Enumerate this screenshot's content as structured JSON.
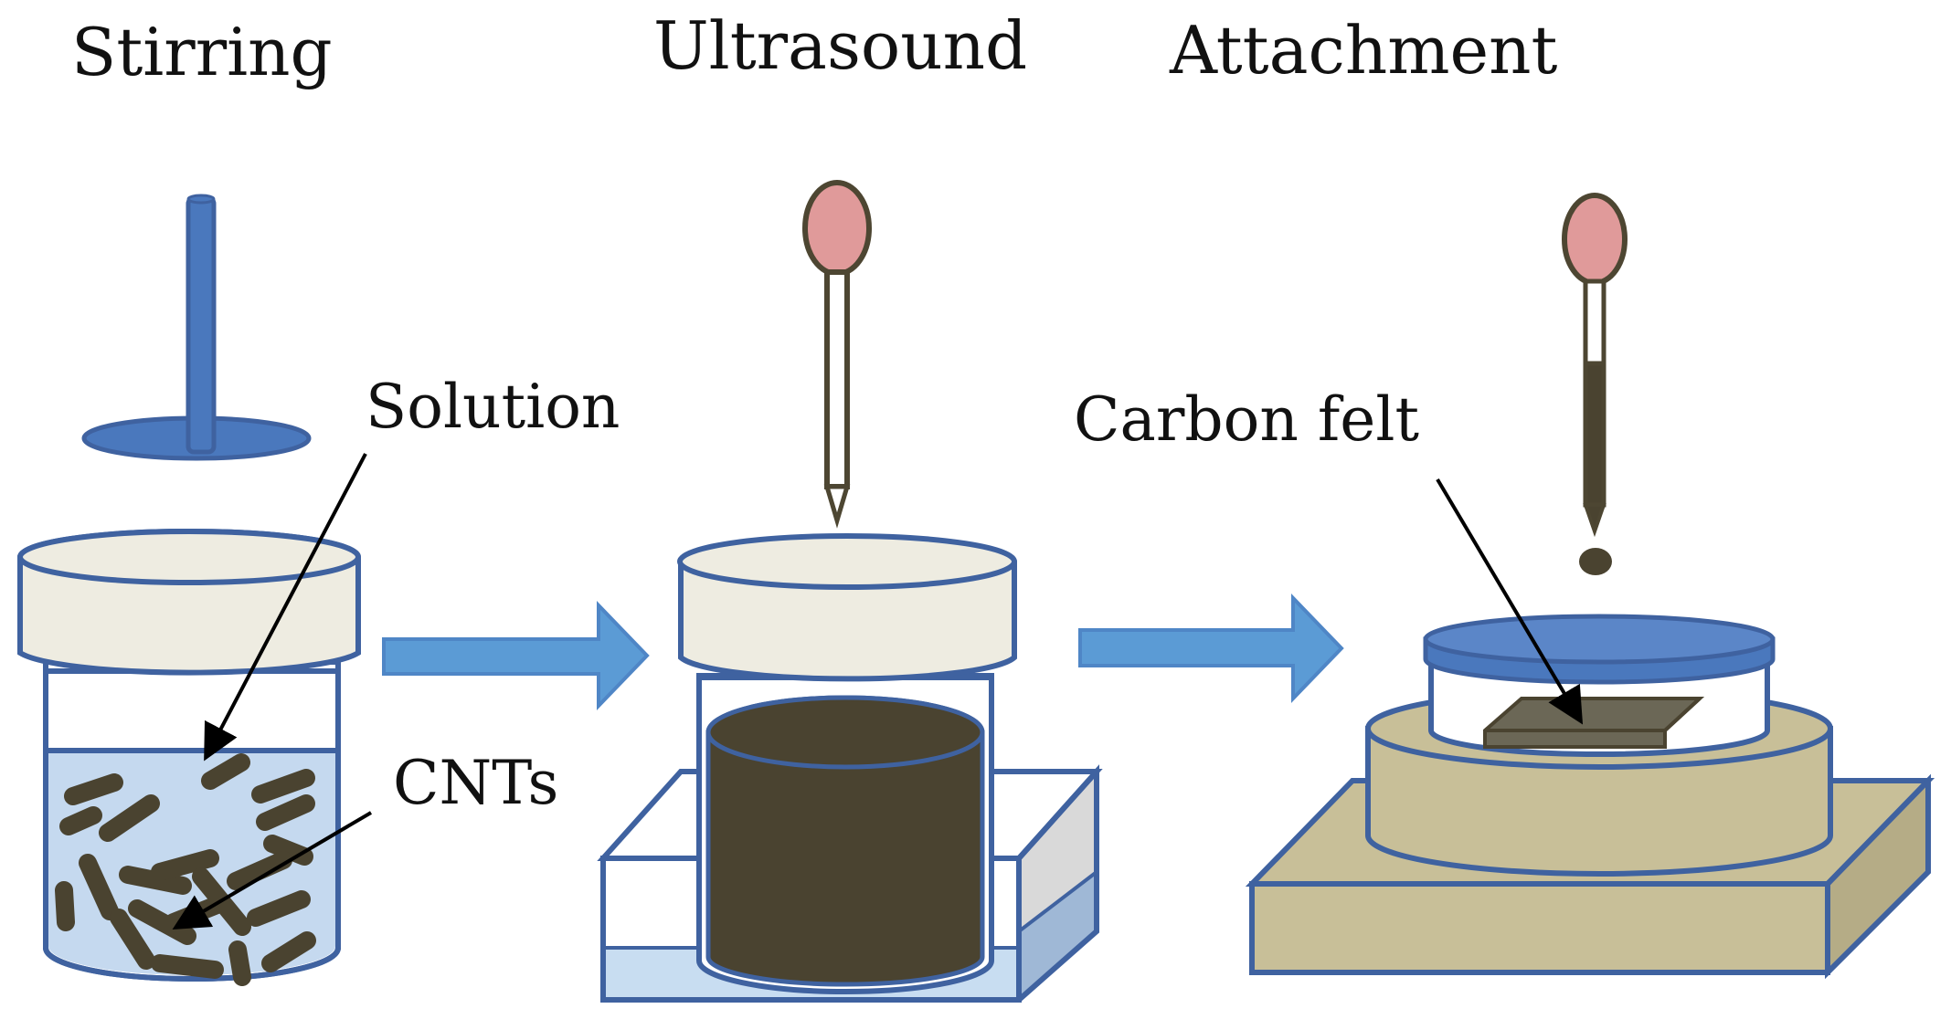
{
  "stages": [
    {
      "title": "Stirring"
    },
    {
      "title": "Ultrasound"
    },
    {
      "title": "Attachment"
    }
  ],
  "labels": {
    "solution": "Solution",
    "cnts": "CNTs",
    "carbon_felt": "Carbon felt"
  },
  "colors": {
    "outline_blue": "#3f62a0",
    "stirrer_blue": "#4a78bd",
    "arrow_blue": "#5b9bd5",
    "arrow_edge": "#4f86c6",
    "lid_cream": "#eeece1",
    "solution_light_blue": "#c5d9ef",
    "cnt_dark": "#4a4330",
    "dispersion_dark": "#4a4330",
    "bath_light": "#c8ddf1",
    "bath_side_grey": "#d9d9d9",
    "bath_side_blue": "#9fb8d6",
    "platform_tan": "#c8bf98",
    "platform_side": "#b5ac86",
    "felt_grey": "#6b6756",
    "pipette_bulb": "#e09a9a",
    "pipette_outline": "#4d4632",
    "drop_dark": "#4a4330"
  },
  "icons": {
    "stirrer": "stirrer-paddle-icon",
    "pipette": "pipette-icon",
    "dropper": "dropper-icon",
    "arrow": "process-arrow-icon"
  }
}
